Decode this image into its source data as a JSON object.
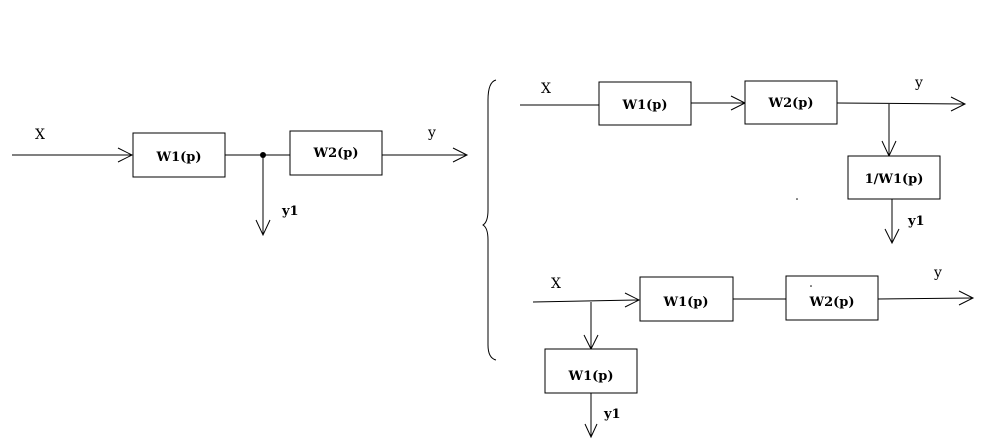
{
  "diagram_left": {
    "input_label": "X",
    "output_label": "y",
    "branch_label": "y1",
    "block1": "W1(p)",
    "block2": "W2(p)"
  },
  "diagram_top_right": {
    "input_label": "X",
    "output_label": "y",
    "branch_label": "y1",
    "block1": "W1(p)",
    "block2": "W2(p)",
    "block3": "1/W1(p)"
  },
  "diagram_bottom_right": {
    "input_label": "X",
    "output_label": "y",
    "branch_label": "y1",
    "block1": "W1(p)",
    "block2": "W2(p)",
    "block3": "W1(p)"
  },
  "colors": {
    "stroke": "#000000",
    "background": "#ffffff"
  }
}
